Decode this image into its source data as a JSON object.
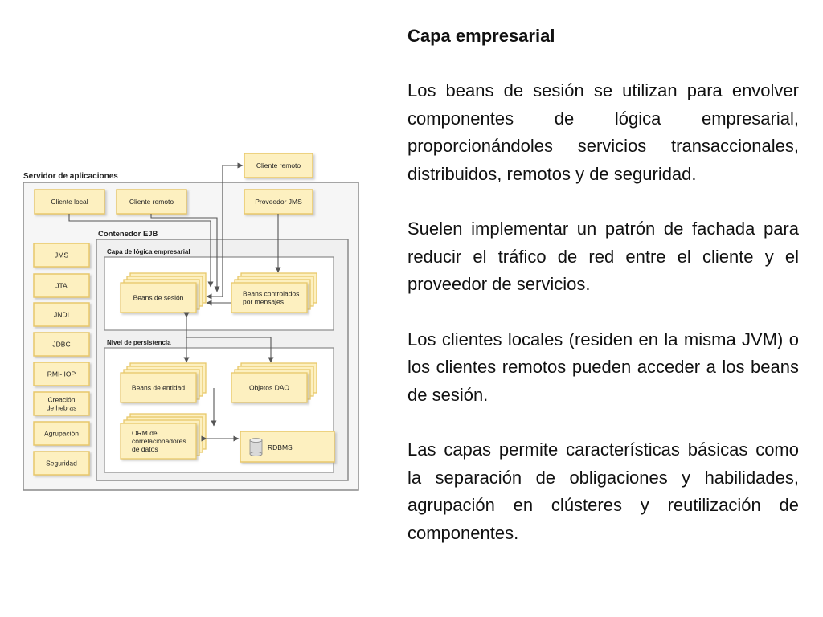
{
  "diagram": {
    "labels": {
      "server": "Servidor de aplicaciones",
      "ejb_container": "Contenedor EJB",
      "business_layer": "Capa de lógica empresarial",
      "persistence_layer": "Nivel de persistencia"
    },
    "clients": {
      "local": "Cliente local",
      "remote_inner": "Cliente remoto",
      "remote_outer": "Cliente remoto",
      "jms_provider": "Proveedor JMS"
    },
    "services": [
      "JMS",
      "JTA",
      "JNDI",
      "JDBC",
      "RMI-IIOP",
      "Creación\nde hebras",
      "Agrupación",
      "Seguridad"
    ],
    "components": {
      "session_beans": "Beans de sesión",
      "message_beans": "Beans controlados\npor mensajes",
      "entity_beans": "Beans de entidad",
      "dao": "Objetos DAO",
      "orm": "ORM de\ncorrelacionadores\nde datos",
      "rdbms": "RDBMS"
    }
  },
  "text": {
    "title": "Capa empresarial",
    "paragraphs": [
      "Los beans de sesión se utilizan para envolver componentes de lógica empresarial, proporcionándoles servicios transaccionales, distribuidos, remotos y de seguridad.",
      "Suelen implementar un patrón de fachada para reducir el tráfico de red entre el cliente y el proveedor de servicios.",
      "Los clientes locales (residen en la misma JVM) o los clientes remotos pueden acceder a los beans de sesión.",
      "Las capas  permite características básicas como la separación de obligaciones y habilidades, agrupación en clústeres y reutilización de componentes."
    ]
  },
  "colors": {
    "box_fill": "#fdf0c0",
    "box_stroke": "#e8c86a",
    "frame_stroke": "#8a8a8a",
    "arrow": "#555555",
    "text": "#111111"
  }
}
